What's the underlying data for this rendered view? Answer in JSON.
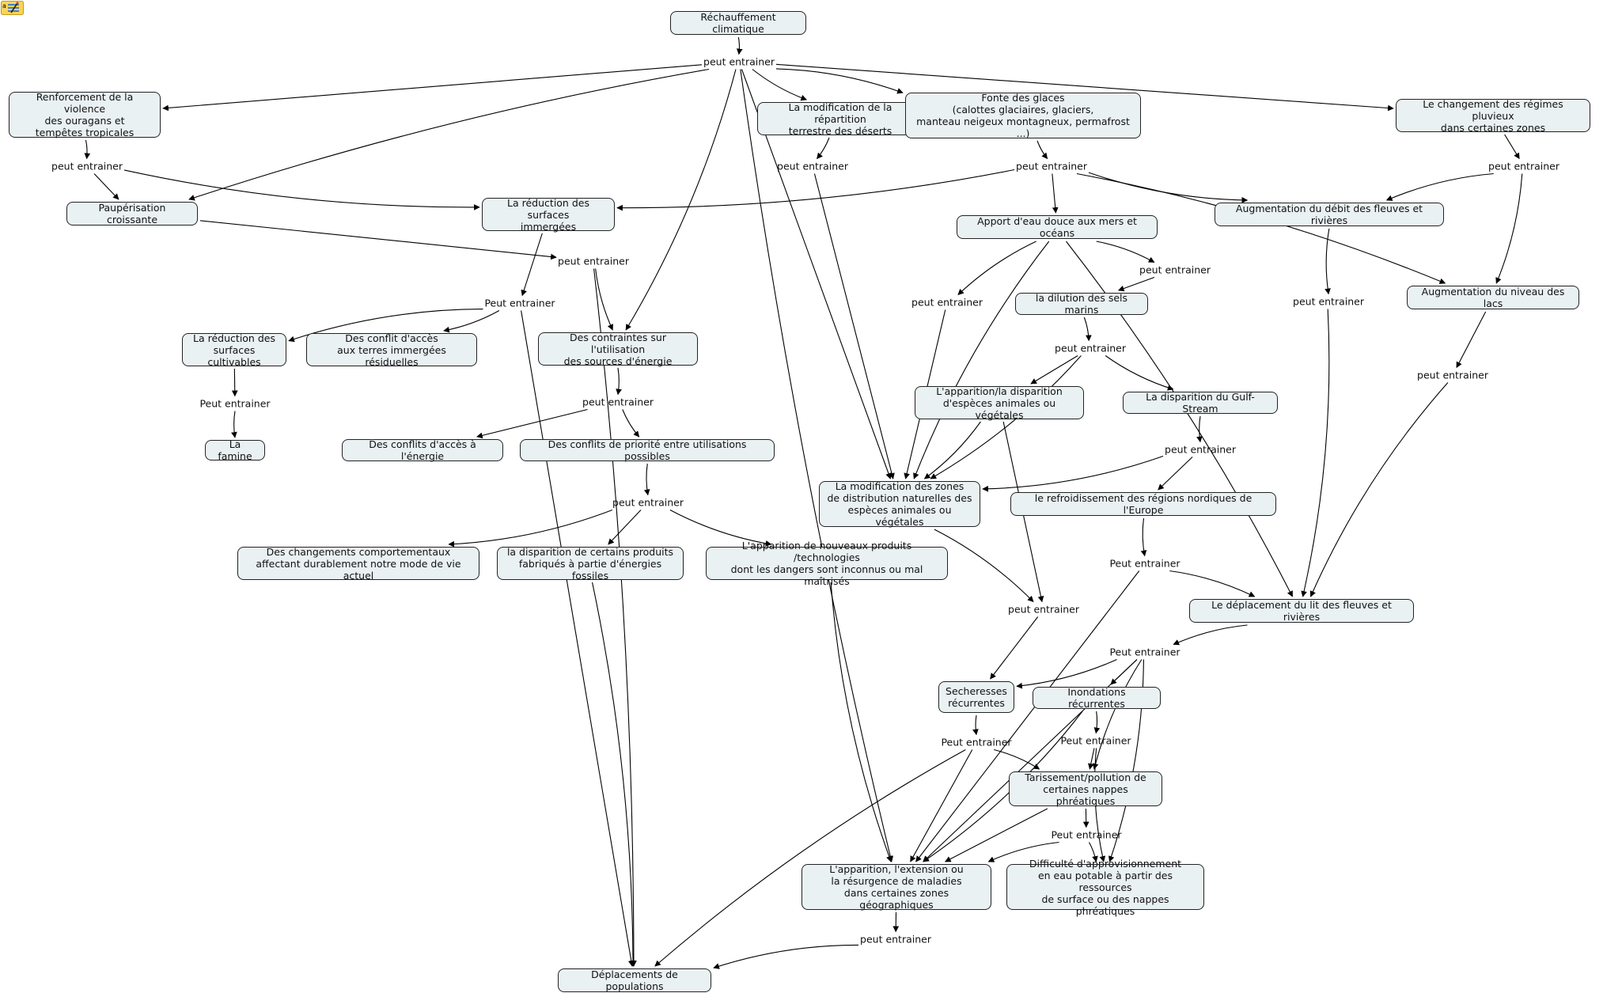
{
  "toolbar": {
    "icon": "note-edit-icon"
  },
  "nodes": [
    {
      "id": "n_rech",
      "label": "Réchauffement climatique"
    },
    {
      "id": "n_ouragans",
      "label": "Renforcement de la violence\ndes ouragans et\ntempêtes tropicales"
    },
    {
      "id": "n_deserts",
      "label": "La modification de la répartition\nterrestre des déserts"
    },
    {
      "id": "n_glaces",
      "label": "Fonte des glaces\n(calottes glaciaires, glaciers,\nmanteau neigeux montagneux, permafrost ...)"
    },
    {
      "id": "n_pluvieux",
      "label": "Le changement des régimes pluvieux\ndans certaines zones"
    },
    {
      "id": "n_paup",
      "label": "Paupérisation croissante"
    },
    {
      "id": "n_immergees",
      "label": "La réduction des surfaces\nimmergées"
    },
    {
      "id": "n_apport",
      "label": "Apport d'eau douce aux mers et océans"
    },
    {
      "id": "n_debit",
      "label": "Augmentation du débit des fleuves et rivières"
    },
    {
      "id": "n_lacs",
      "label": "Augmentation du niveau des lacs"
    },
    {
      "id": "n_dilution",
      "label": "la dilution des sels marins"
    },
    {
      "id": "n_cultivables",
      "label": "La réduction des\nsurfaces cultivables"
    },
    {
      "id": "n_conflit_terres",
      "label": "Des conflit d'accès\naux terres immergées résiduelles"
    },
    {
      "id": "n_contraintes",
      "label": "Des contraintes sur l'utilisation\ndes sources d'énergie"
    },
    {
      "id": "n_especes",
      "label": "L'apparition/la disparition\nd'espèces animales ou végétales"
    },
    {
      "id": "n_gulf",
      "label": "La disparition du Gulf-Stream"
    },
    {
      "id": "n_famine",
      "label": "La famine"
    },
    {
      "id": "n_conflit_energie",
      "label": "Des conflits d'accès à l'énergie"
    },
    {
      "id": "n_priorite",
      "label": "Des conflits de priorité  entre utilisations possibles"
    },
    {
      "id": "n_distribution",
      "label": "La modification des zones\nde distribution naturelles des\nespèces animales ou végétales"
    },
    {
      "id": "n_refroid",
      "label": "le refroidissement des régions nordiques de l'Europe"
    },
    {
      "id": "n_comport",
      "label": "Des changements comportementaux\naffectant durablement notre mode de vie actuel"
    },
    {
      "id": "n_produits",
      "label": "la disparition de  certains produits\nfabriqués à partie d'énergies fossiles"
    },
    {
      "id": "n_technos",
      "label": "L'apparition de nouveaux produits /technologies\ndont les dangers sont inconnus ou mal maîtrisés"
    },
    {
      "id": "n_lit",
      "label": "Le déplacement du lit des fleuves et rivières"
    },
    {
      "id": "n_secheresses",
      "label": "Secheresses\nrécurrentes"
    },
    {
      "id": "n_inondations",
      "label": "Inondations récurrentes"
    },
    {
      "id": "n_tarissement",
      "label": "Tarissement/pollution de\ncertaines nappes phréatiques"
    },
    {
      "id": "n_maladies",
      "label": "L'apparition, l'extension ou\nla résurgence de maladies\ndans certaines zones géographiques"
    },
    {
      "id": "n_eau_potable",
      "label": "Difficulté d'approvisionnement\nen eau potable à partir des ressources\nde surface ou des nappes phréatiques"
    },
    {
      "id": "n_deplacements",
      "label": "Déplacements de populations"
    }
  ],
  "links": [
    {
      "id": "l1",
      "label": "peut entrainer"
    },
    {
      "id": "l2",
      "label": "peut entrainer"
    },
    {
      "id": "l3",
      "label": "peut entrainer"
    },
    {
      "id": "l4",
      "label": "peut entrainer"
    },
    {
      "id": "l5",
      "label": "peut entrainer"
    },
    {
      "id": "l6",
      "label": "peut entrainer"
    },
    {
      "id": "l7",
      "label": "Peut entrainer"
    },
    {
      "id": "l8",
      "label": "peut entrainer"
    },
    {
      "id": "l9",
      "label": "peut entrainer"
    },
    {
      "id": "l10",
      "label": "peut entrainer"
    },
    {
      "id": "l11",
      "label": "peut entrainer"
    },
    {
      "id": "l12",
      "label": "peut entrainer"
    },
    {
      "id": "l13",
      "label": "peut entrainer"
    },
    {
      "id": "l14",
      "label": "Peut entrainer"
    },
    {
      "id": "l15",
      "label": "peut entrainer"
    },
    {
      "id": "l16",
      "label": "peut entrainer"
    },
    {
      "id": "l17",
      "label": "peut entrainer"
    },
    {
      "id": "l18",
      "label": "Peut entrainer"
    },
    {
      "id": "l19",
      "label": "Peut entrainer"
    },
    {
      "id": "l20",
      "label": "peut entrainer"
    },
    {
      "id": "l21",
      "label": "Peut entrainer"
    },
    {
      "id": "l22",
      "label": "Peut entrainer"
    },
    {
      "id": "l23",
      "label": "Peut entrainer"
    }
  ],
  "edges": [
    [
      "n_rech",
      "l1"
    ],
    [
      "l1",
      "n_ouragans"
    ],
    [
      "l1",
      "n_deserts"
    ],
    [
      "l1",
      "n_glaces"
    ],
    [
      "l1",
      "n_pluvieux"
    ],
    [
      "l1",
      "n_paup"
    ],
    [
      "l1",
      "n_contraintes"
    ],
    [
      "l1",
      "n_distribution"
    ],
    [
      "l1",
      "n_maladies"
    ],
    [
      "n_ouragans",
      "l2"
    ],
    [
      "l2",
      "n_paup"
    ],
    [
      "l2",
      "n_immergees"
    ],
    [
      "n_deserts",
      "l3"
    ],
    [
      "l3",
      "n_distribution"
    ],
    [
      "n_glaces",
      "l4"
    ],
    [
      "l4",
      "n_immergees"
    ],
    [
      "l4",
      "n_apport"
    ],
    [
      "l4",
      "n_debit"
    ],
    [
      "l4",
      "n_lacs"
    ],
    [
      "n_pluvieux",
      "l5"
    ],
    [
      "l5",
      "n_debit"
    ],
    [
      "l5",
      "n_lacs"
    ],
    [
      "n_paup",
      "l6"
    ],
    [
      "l6",
      "n_contraintes"
    ],
    [
      "l6",
      "n_deplacements"
    ],
    [
      "n_immergees",
      "l7"
    ],
    [
      "l7",
      "n_cultivables"
    ],
    [
      "l7",
      "n_conflit_terres"
    ],
    [
      "l7",
      "n_deplacements"
    ],
    [
      "n_apport",
      "l8"
    ],
    [
      "n_apport",
      "l9"
    ],
    [
      "l9",
      "n_dilution"
    ],
    [
      "n_apport",
      "n_distribution"
    ],
    [
      "n_apport",
      "n_lit"
    ],
    [
      "l8",
      "n_distribution"
    ],
    [
      "n_debit",
      "l10"
    ],
    [
      "l10",
      "n_lit"
    ],
    [
      "n_lacs",
      "l11"
    ],
    [
      "l11",
      "n_lit"
    ],
    [
      "n_dilution",
      "l12"
    ],
    [
      "l12",
      "n_especes"
    ],
    [
      "l12",
      "n_gulf"
    ],
    [
      "l12",
      "n_distribution"
    ],
    [
      "n_cultivables",
      "l14"
    ],
    [
      "l14",
      "n_famine"
    ],
    [
      "n_contraintes",
      "l15"
    ],
    [
      "l15",
      "n_conflit_energie"
    ],
    [
      "l15",
      "n_priorite"
    ],
    [
      "n_especes",
      "n_distribution"
    ],
    [
      "n_especes",
      "l20"
    ],
    [
      "n_gulf",
      "l16"
    ],
    [
      "l16",
      "n_distribution"
    ],
    [
      "l16",
      "n_refroid"
    ],
    [
      "n_priorite",
      "l17"
    ],
    [
      "l17",
      "n_comport"
    ],
    [
      "l17",
      "n_produits"
    ],
    [
      "l17",
      "n_technos"
    ],
    [
      "n_distribution",
      "l20"
    ],
    [
      "l20",
      "n_secheresses"
    ],
    [
      "n_refroid",
      "l18"
    ],
    [
      "l18",
      "n_lit"
    ],
    [
      "l18",
      "n_maladies"
    ],
    [
      "n_lit",
      "l19"
    ],
    [
      "l19",
      "n_secheresses"
    ],
    [
      "l19",
      "n_inondations"
    ],
    [
      "l19",
      "n_tarissement"
    ],
    [
      "l19",
      "n_eau_potable"
    ],
    [
      "l19",
      "n_maladies"
    ],
    [
      "n_secheresses",
      "l21"
    ],
    [
      "l21",
      "n_tarissement"
    ],
    [
      "l21",
      "n_maladies"
    ],
    [
      "l21",
      "n_deplacements"
    ],
    [
      "n_inondations",
      "l22"
    ],
    [
      "l22",
      "n_tarissement"
    ],
    [
      "l22",
      "n_eau_potable"
    ],
    [
      "n_inondations",
      "n_maladies"
    ],
    [
      "n_tarissement",
      "l23"
    ],
    [
      "l23",
      "n_maladies"
    ],
    [
      "l23",
      "n_eau_potable"
    ],
    [
      "n_tarissement",
      "n_maladies"
    ],
    [
      "n_technos",
      "n_maladies"
    ],
    [
      "n_produits",
      "n_deplacements"
    ],
    [
      "n_maladies",
      "l13"
    ],
    [
      "l13",
      "n_deplacements"
    ]
  ]
}
